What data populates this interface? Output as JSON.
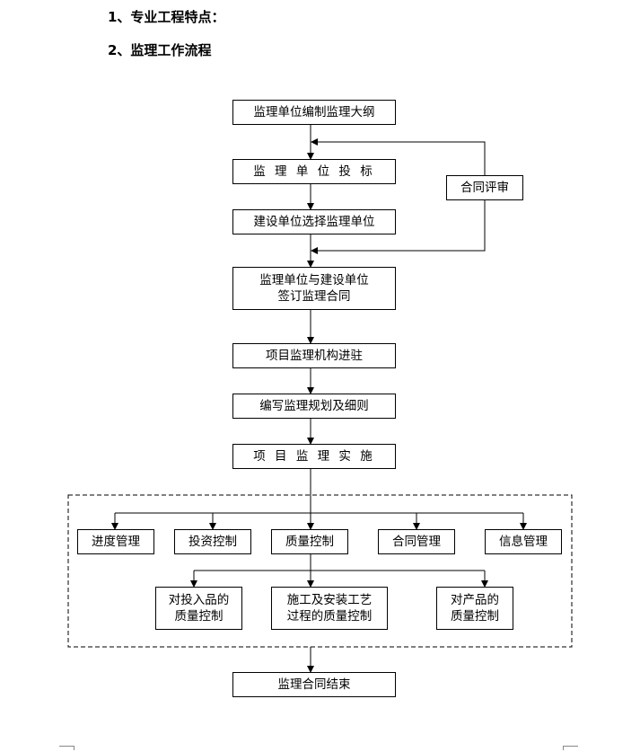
{
  "headings": {
    "h1": "1、专业工程特点：",
    "h2": "2、监理工作流程"
  },
  "nodes": {
    "outline": "监理单位编制监理大纲",
    "bidding": "监 理 单 位 投 标",
    "contract_review": "合同评审",
    "select": "建设单位选择监理单位",
    "sign": "监理单位与建设单位\n签订监理合同",
    "enter": "项目监理机构进驻",
    "rules": "编写监理规划及细则",
    "implement": "项 目 监 理 实 施",
    "progress": "进度管理",
    "investment": "投资控制",
    "quality": "质量控制",
    "contract_mgmt": "合同管理",
    "info": "信息管理",
    "input_quality": "对投入品的\n质量控制",
    "process_quality": "施工及安装工艺\n过程的质量控制",
    "product_quality": "对产品的\n质量控制",
    "end": "监理合同结束"
  }
}
